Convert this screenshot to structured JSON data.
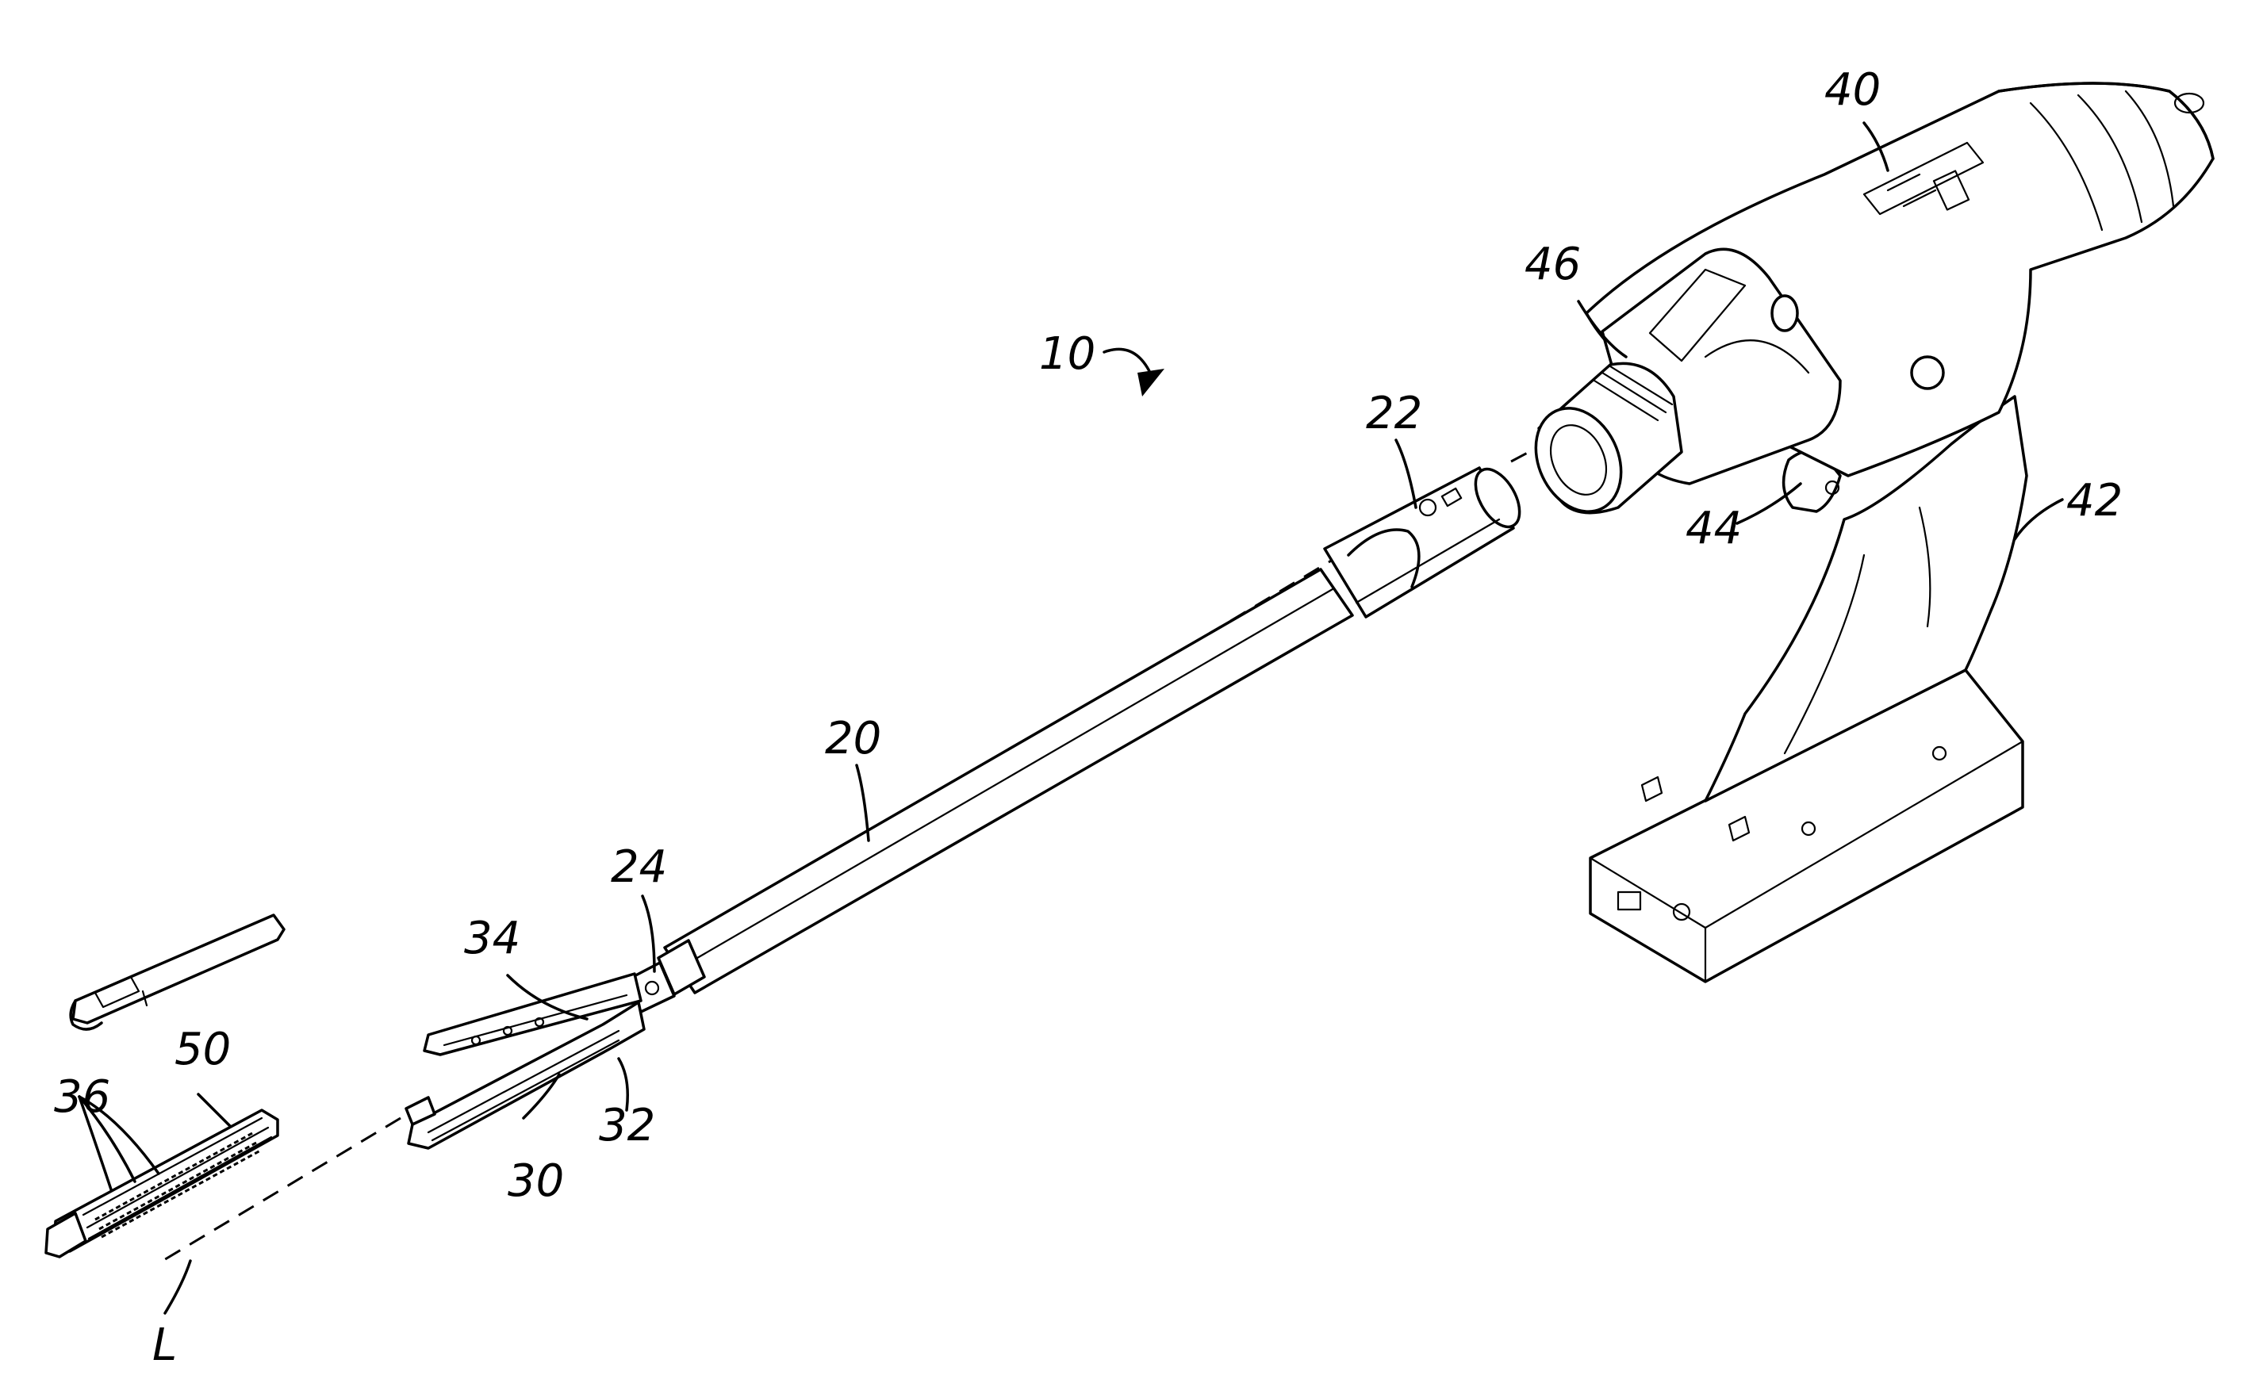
{
  "figure": {
    "labels": {
      "device": "10",
      "shaft": "20",
      "proximal_end": "22",
      "distal_end": "24",
      "end_effector": "30",
      "lower_jaw": "32",
      "anvil": "34",
      "staples": "36",
      "handle": "40",
      "grip": "42",
      "trigger": "44",
      "nozzle": "46",
      "cartridge": "50",
      "axis": "L"
    }
  }
}
